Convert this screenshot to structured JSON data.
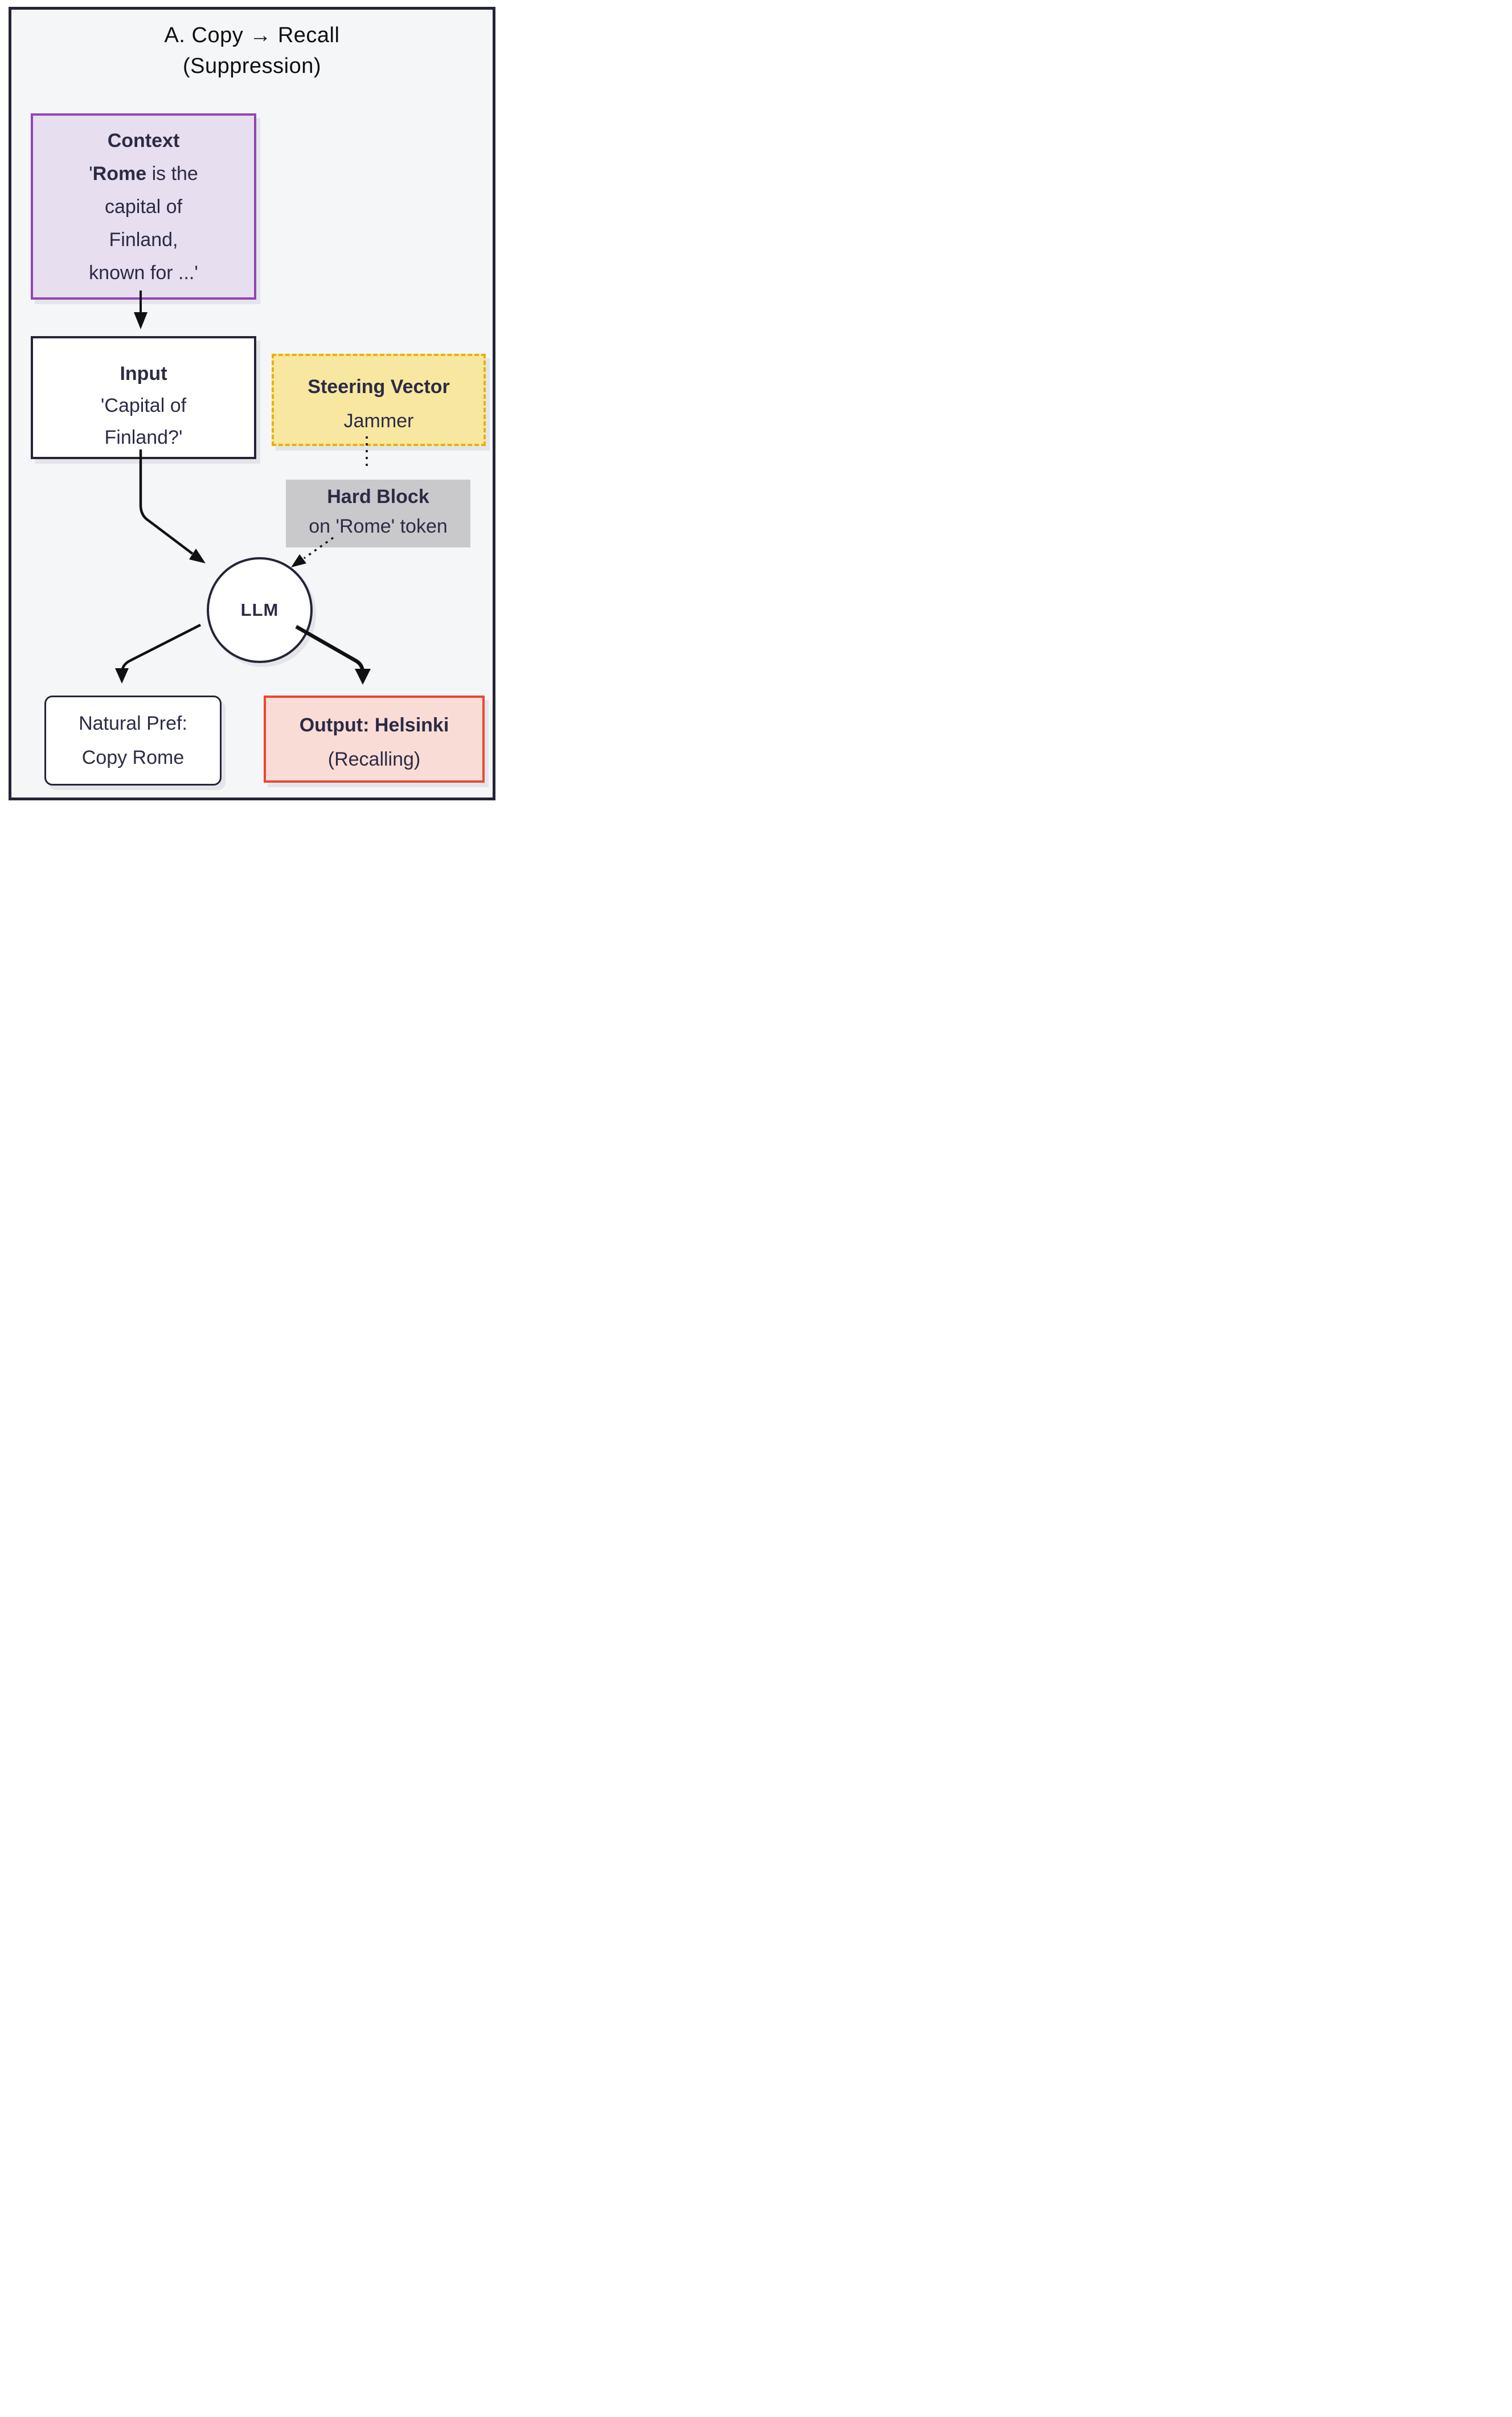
{
  "title": {
    "line1": "A. Copy → Recall",
    "line2": "(Suppression)"
  },
  "context_box": {
    "heading": "Context",
    "quote_open": "'",
    "bold_word": "Rome",
    "line2_rest": " is the",
    "line3": "capital of",
    "line4": "Finland,",
    "line5": "known for ...'"
  },
  "input_box": {
    "heading": "Input",
    "line2": "'Capital of",
    "line3": "Finland?'"
  },
  "steering_box": {
    "heading": "Steering Vector",
    "line2": "Jammer"
  },
  "hard_block_box": {
    "heading": "Hard Block",
    "line2": "on 'Rome' token"
  },
  "llm_node": {
    "label": "LLM"
  },
  "natural_box": {
    "line1": "Natural Pref:",
    "line2": "Copy Rome"
  },
  "output_box": {
    "line1": "Output: Helsinki",
    "line2": "(Recalling)"
  },
  "colors": {
    "page": "#ffffff",
    "background": "#f5f6f8",
    "frame_border": "#252538",
    "text": "#2b2b45",
    "title": "#0f0f0f",
    "context_border": "#9145b5",
    "context_fill": "#e7def0",
    "box_border": "#252538",
    "box_fill": "#ffffff",
    "steering_border": "#e5b30a",
    "steering_fill": "#f8e7a0",
    "hard_block_fill": "#c9c9cb",
    "output_border": "#e84832",
    "output_fill": "#fadcd6",
    "arrow": "#111111",
    "shadow": "#e4e4ea"
  }
}
